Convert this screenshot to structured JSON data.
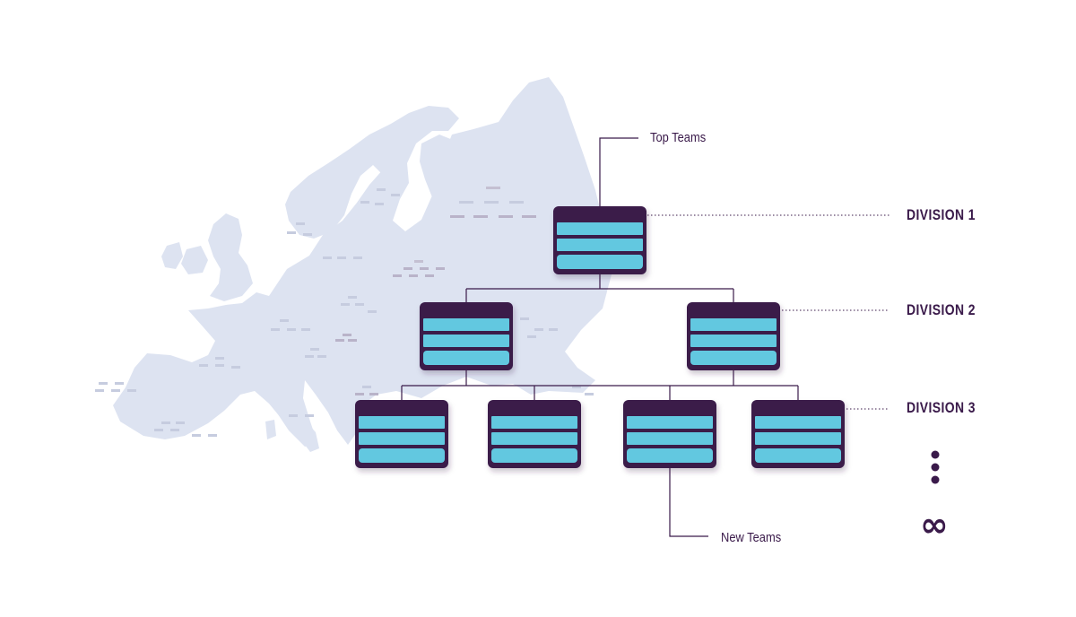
{
  "labels": {
    "top_teams": "Top Teams",
    "new_teams": "New Teams"
  },
  "divisions": [
    "DIVISION 1",
    "DIVISION 2",
    "DIVISION 3"
  ],
  "continuation": {
    "infinity_symbol": "∞"
  },
  "colors": {
    "dark_purple": "#3a1a4a",
    "table_row": "#62c8e0",
    "map_fill": "#dde3f1",
    "map_marks_dark": "#b9b3c9",
    "map_marks_light": "#c6ccdf"
  },
  "icons": [
    "europe-map-icon",
    "league-table-icon"
  ]
}
